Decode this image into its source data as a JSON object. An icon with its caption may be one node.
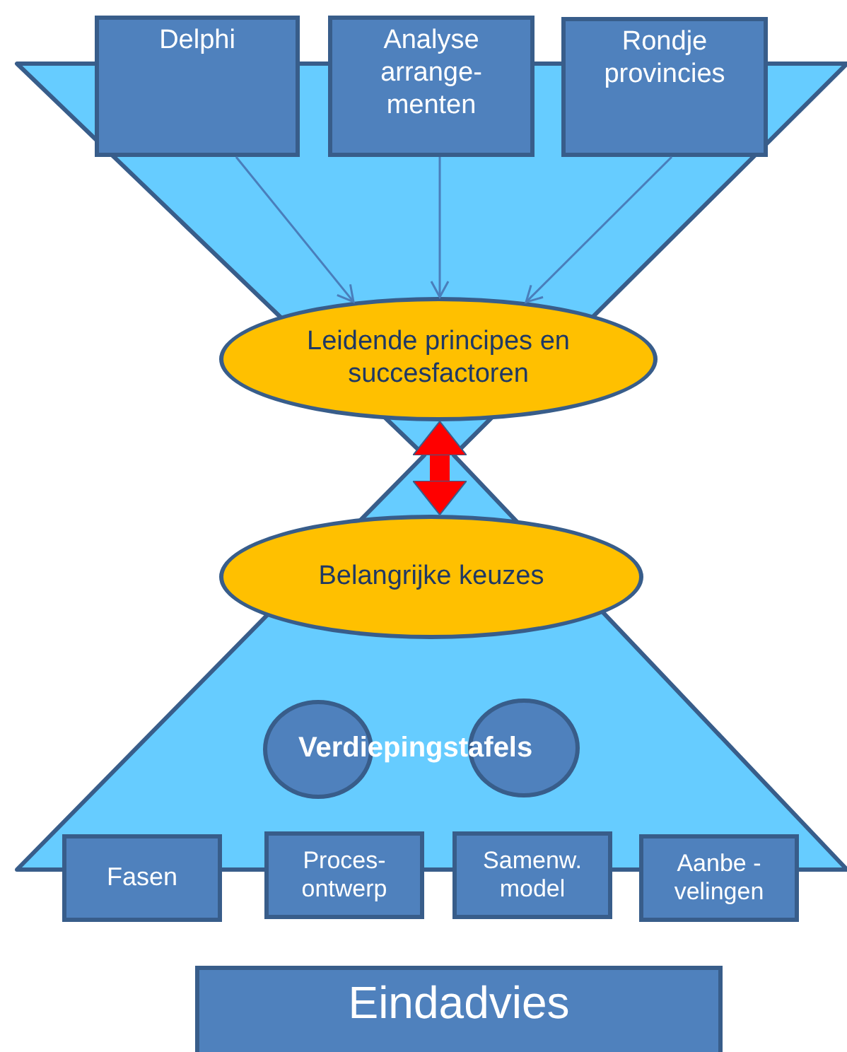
{
  "diagram": {
    "nodes": [
      {
        "text": [
          "Delphi"
        ]
      },
      {
        "text": [
          "Analyse arrange- menten"
        ]
      },
      {
        "text": [
          "Rondje provincies"
        ]
      },
      {
        "text": [
          "Leidende principes en succesfactoren"
        ]
      },
      {
        "text": [
          "Belangrijke keuzes"
        ]
      },
      {
        "text": [],
        "shape": "circle"
      },
      {
        "text": [],
        "shape": "circle"
      },
      {
        "text": [
          "Fasen"
        ]
      },
      {
        "text": [
          "Proces- ontwerp"
        ]
      },
      {
        "text": [
          "Samenw. model"
        ]
      },
      {
        "text": [
          "Aanbe - velingen"
        ]
      },
      {
        "text": [
          "Eindadvies"
        ]
      }
    ],
    "edges": [
      {
        "from": 0,
        "to": 3,
        "arrow": "to"
      },
      {
        "from": 1,
        "to": 3,
        "arrow": "to"
      },
      {
        "from": 2,
        "to": 3,
        "arrow": "to"
      },
      {
        "from": 3,
        "to": 4,
        "arrow": "both",
        "style": "thick",
        "color": "#ff0000"
      }
    ],
    "labels": [
      "Verdiepingstafels"
    ]
  }
}
